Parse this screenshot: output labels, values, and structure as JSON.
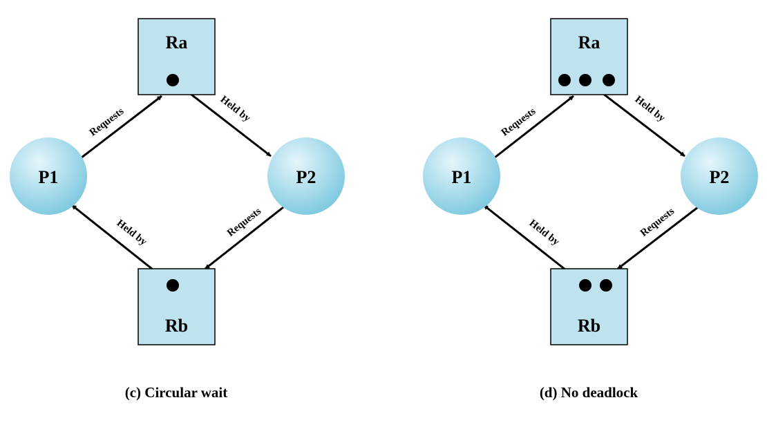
{
  "colors": {
    "node_fill_light": "#e4f6fb",
    "node_fill_dark": "#79c6de",
    "box_fill": "#bfe3ee",
    "stroke": "#000000"
  },
  "diagrams": [
    {
      "caption": "(c) Circular wait",
      "p1": "P1",
      "p2": "P2",
      "ra": "Ra",
      "rb": "Rb",
      "edge_p1_ra": "Requests",
      "edge_ra_p2": "Held by",
      "edge_p2_rb": "Requests",
      "edge_rb_p1": "Held by",
      "ra_instances": 1,
      "rb_instances": 1
    },
    {
      "caption": "(d) No deadlock",
      "p1": "P1",
      "p2": "P2",
      "ra": "Ra",
      "rb": "Rb",
      "edge_p1_ra": "Requests",
      "edge_ra_p2": "Held by",
      "edge_p2_rb": "Requests",
      "edge_rb_p1": "Held by",
      "ra_instances": 3,
      "rb_instances": 2
    }
  ]
}
